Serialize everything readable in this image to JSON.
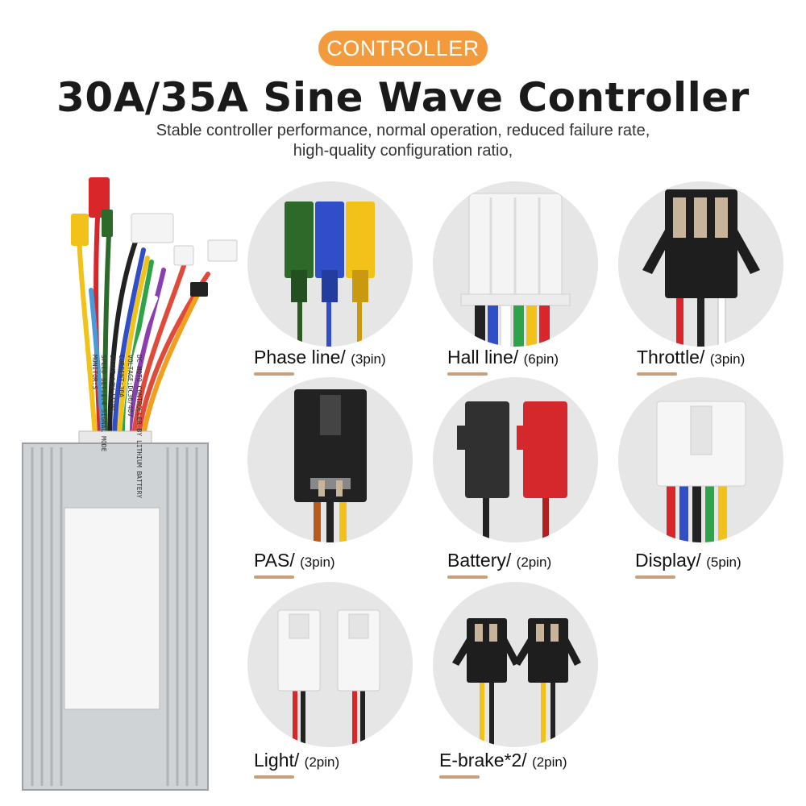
{
  "badge": "CONTROLLER",
  "title": "30A/35A Sine Wave Controller",
  "subtitle": [
    "Stable controller performance, normal operation, reduced failure rate,",
    "high-quality configuration ratio,"
  ],
  "product_label_lines": [
    "DC MOTO CONTROLLER BY LITHIUM BATTERY",
    "VOLTAGE:DC36/48V",
    "CURRENT:30A",
    "BRAKE:LOW LEVEL",
    "SPEED SET:1.4 SIGNAL MODE",
    "MONITOR:S"
  ],
  "colors": {
    "accent": "#f39a3c",
    "underline": "#c9a07b",
    "circle_bg": "#e6e6e6"
  },
  "connectors": [
    {
      "name": "Phase line/",
      "pins": "(3pin)"
    },
    {
      "name": "Hall line/",
      "pins": "(6pin)"
    },
    {
      "name": "Throttle/",
      "pins": "(3pin)"
    },
    {
      "name": "PAS/",
      "pins": "(3pin)"
    },
    {
      "name": "Battery/",
      "pins": "(2pin)"
    },
    {
      "name": "Display/",
      "pins": "(5pin)"
    },
    {
      "name": "Light/",
      "pins": "(2pin)"
    },
    {
      "name": "E-brake*2/",
      "pins": "(2pin)"
    }
  ]
}
